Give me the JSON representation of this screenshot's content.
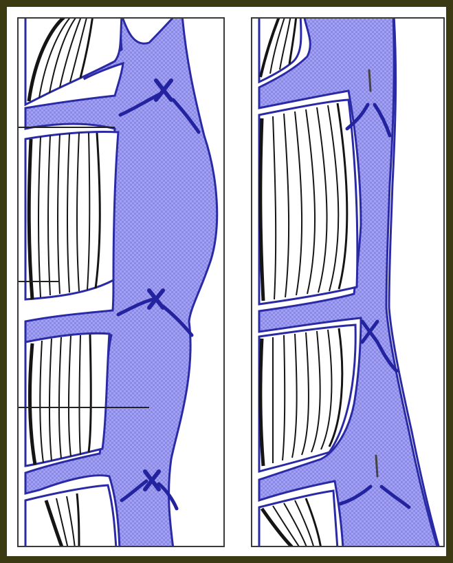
{
  "figure": {
    "panels": [
      "left",
      "right"
    ],
    "colors": {
      "frame": "#3b3a13",
      "tissue_fill": "#9f9ef0",
      "tissue_stroke": "#2a2aa6",
      "fiber_stroke": "#111111",
      "background": "#ffffff"
    },
    "icons": [
      "muscle-fiber-bundle",
      "connective-tissue-branch",
      "cross-marker"
    ]
  }
}
